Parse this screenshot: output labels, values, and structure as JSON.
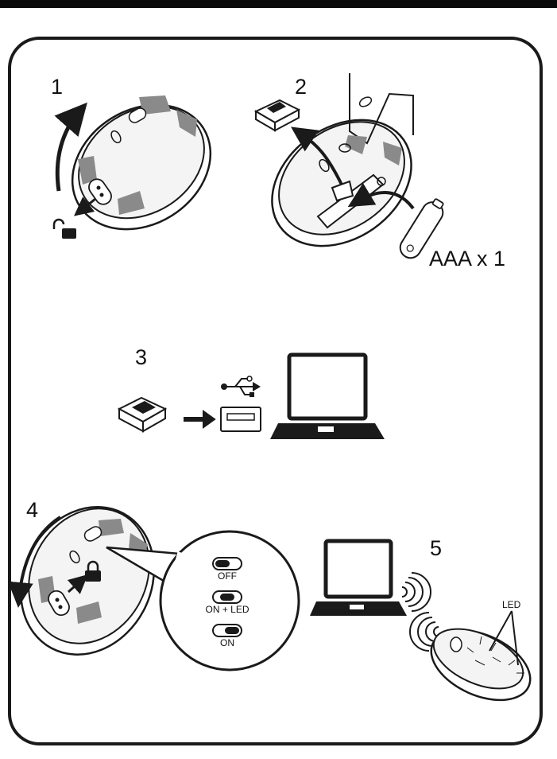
{
  "steps": {
    "step1_number": "1",
    "step2_number": "2",
    "step3_number": "3",
    "step4_number": "4",
    "step5_number": "5"
  },
  "battery": {
    "label": "AAA x 1"
  },
  "switch": {
    "off_label": "OFF",
    "on_led_label": "ON + LED",
    "on_label": "ON"
  },
  "led_label": "LED",
  "icons": [
    "unlock-icon",
    "lock-icon",
    "usb-symbol-icon",
    "wireless-signal-icon",
    "arrow-icon"
  ],
  "colors": {
    "line": "#1a1a1a",
    "gray_pad": "#8a8a8a",
    "mouse_fill": "#f4f4f4"
  }
}
